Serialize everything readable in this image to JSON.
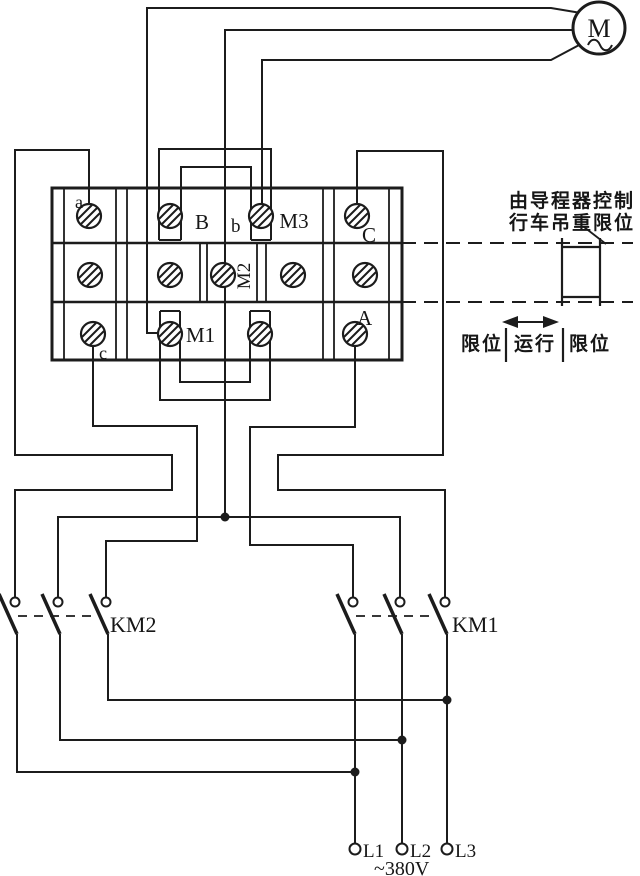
{
  "diagram": {
    "motor": {
      "label": "M",
      "ac_symbol": "~"
    },
    "terminals": {
      "a": "a",
      "B": "B",
      "b": "b",
      "M3": "M3",
      "C": "C",
      "M2": "M2",
      "c": "c",
      "M1": "M1",
      "A": "A"
    },
    "notes": {
      "line1": "由导程器控制",
      "line2": "行车吊重限位"
    },
    "zones": {
      "left": "限位",
      "middle": "运行",
      "right": "限位"
    },
    "contactors": {
      "km2": "KM2",
      "km1": "KM1"
    },
    "power": {
      "l1": "L1",
      "l2": "L2",
      "l3": "L3",
      "voltage": "~380V"
    },
    "colors": {
      "line": "#1c1c1c",
      "background": "#ffffff"
    }
  }
}
